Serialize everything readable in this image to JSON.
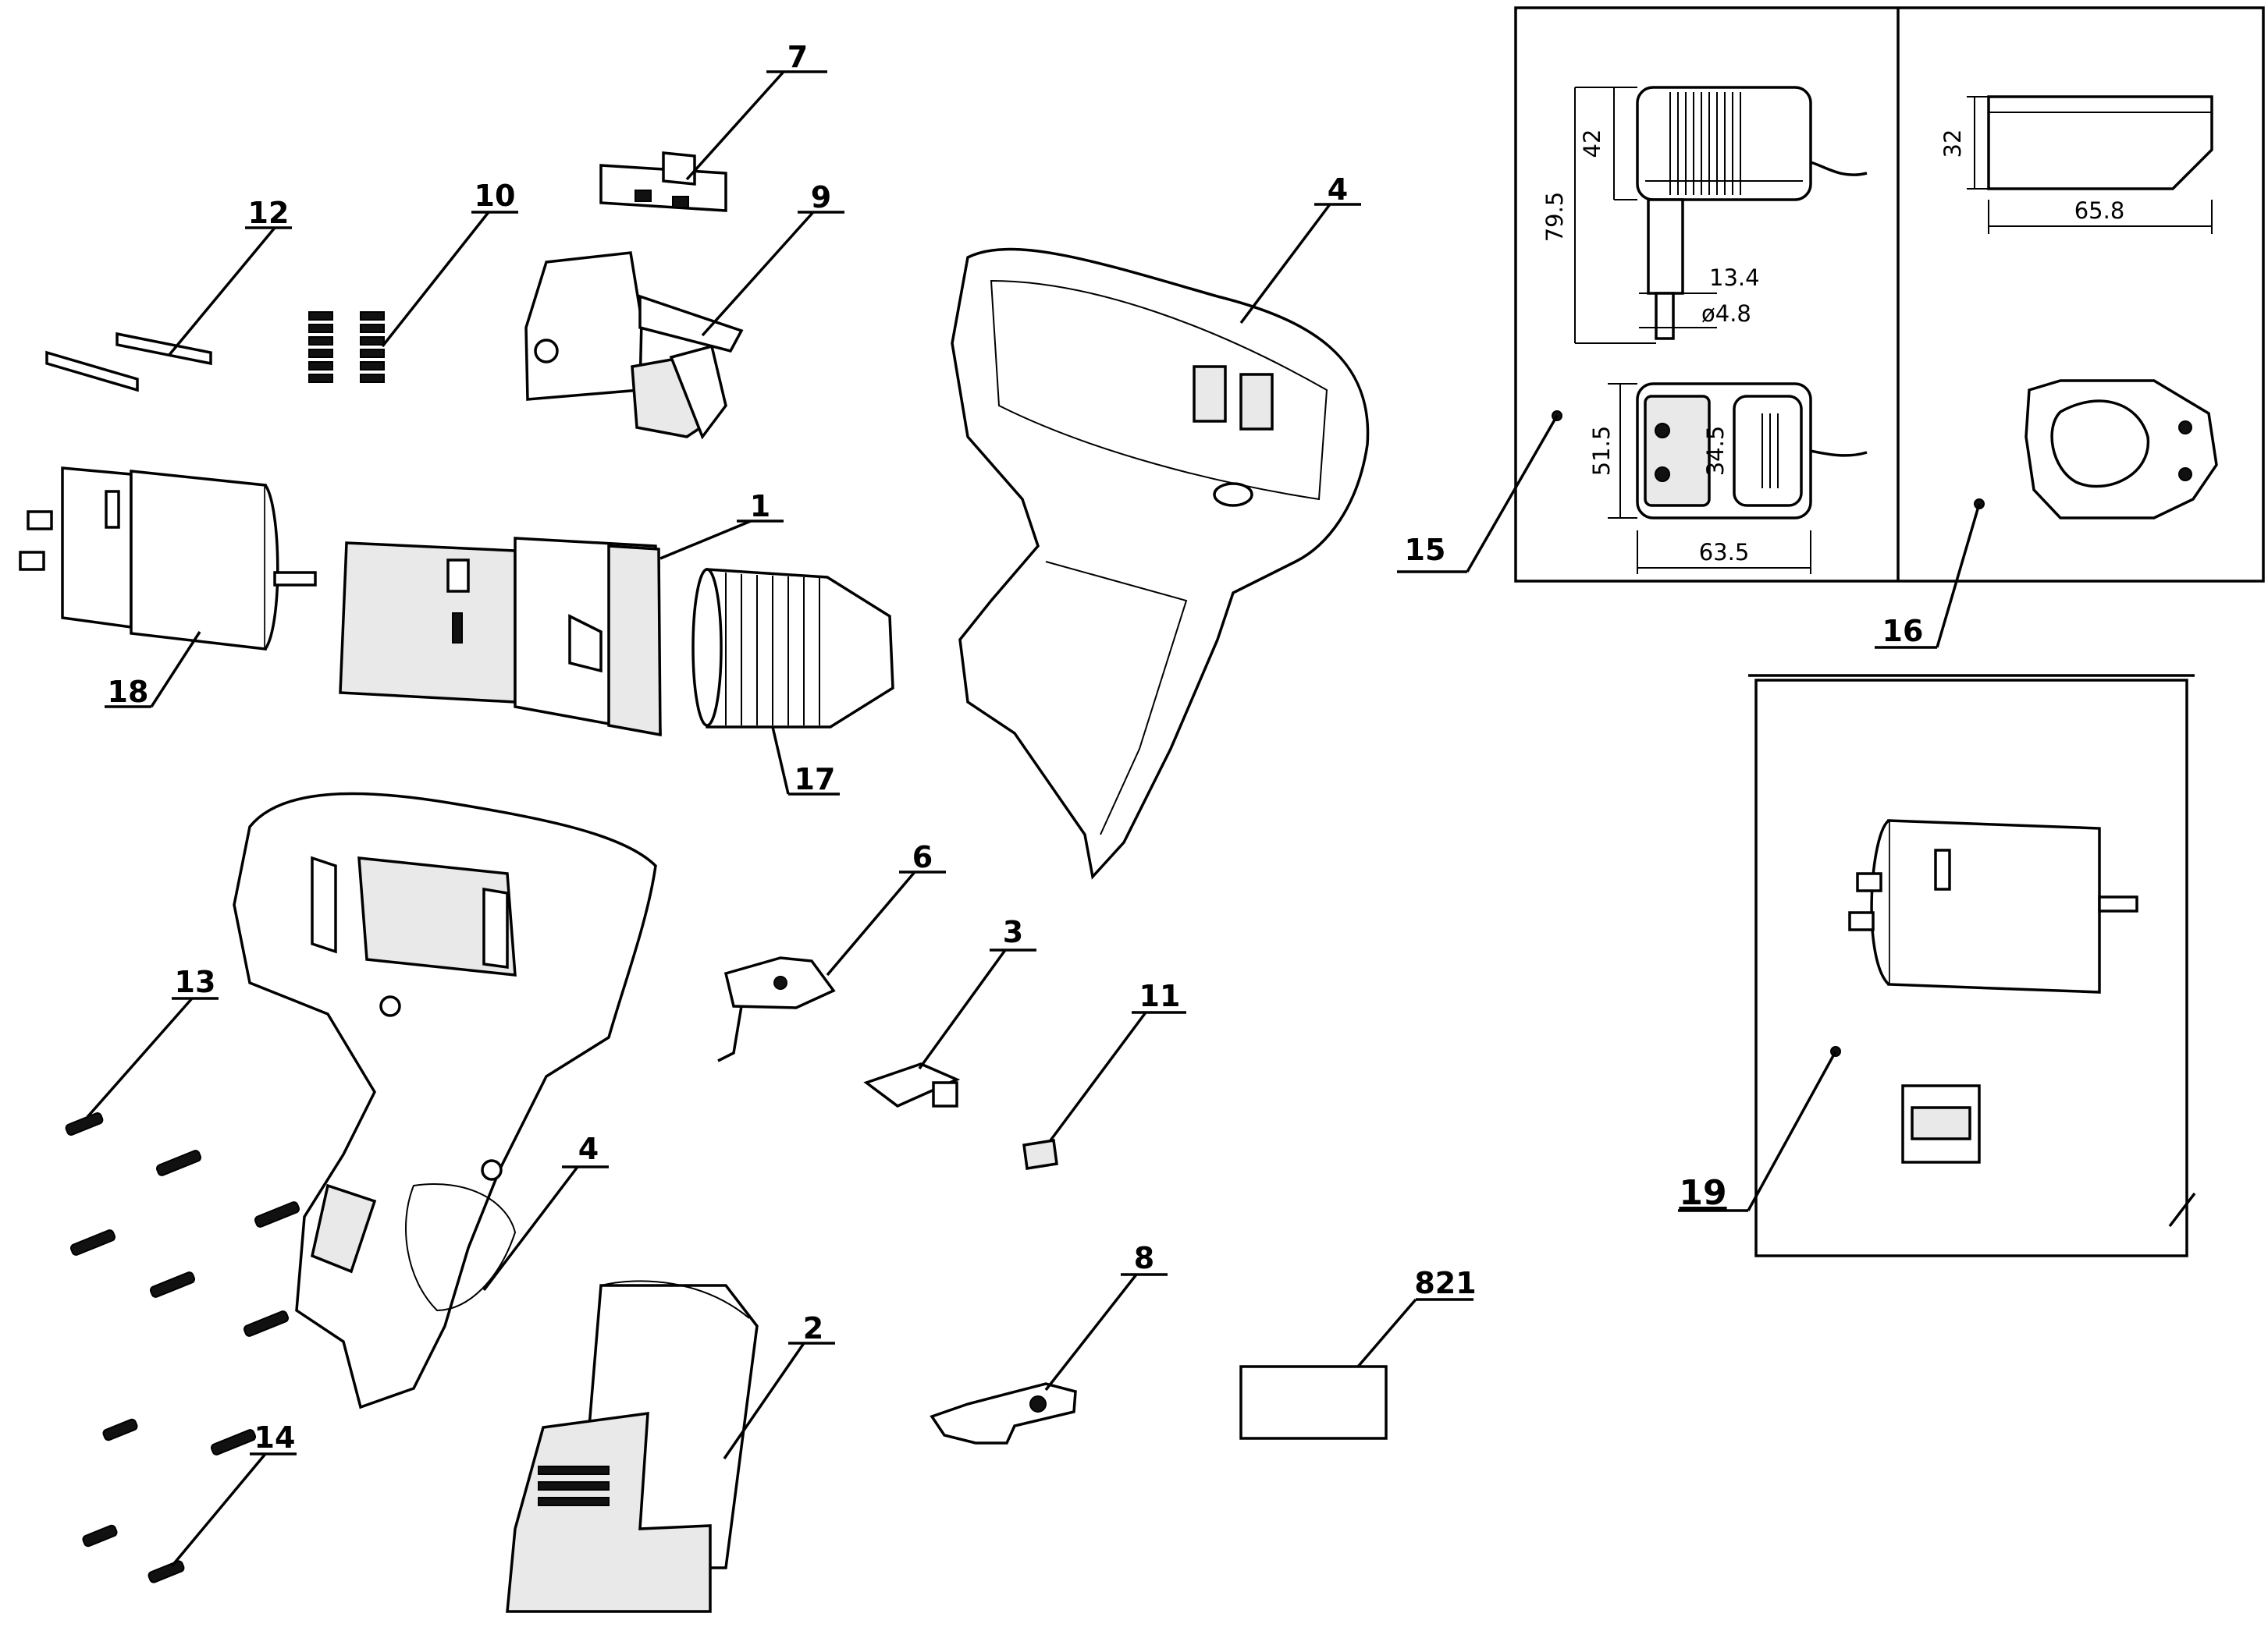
{
  "callouts": {
    "c1": "1",
    "c2": "2",
    "c3": "3",
    "c4a": "4",
    "c4b": "4",
    "c6": "6",
    "c7": "7",
    "c8": "8",
    "c9": "9",
    "c10": "10",
    "c11": "11",
    "c12": "12",
    "c13": "13",
    "c14": "14",
    "c15": "15",
    "c16": "16",
    "c17": "17",
    "c18": "18",
    "c19": "19",
    "c821": "821"
  },
  "charger_dims": {
    "height_body": "42",
    "height_total": "79.5",
    "pin_span": "13.4",
    "pin_dia": "ø4.8",
    "depth": "51.5",
    "socket_span": "34.5",
    "width": "63.5"
  },
  "cradle_dims": {
    "height": "32",
    "length": "65.8"
  },
  "colors": {
    "line": "#000000",
    "fill": "#ffffff",
    "shade": "#e9e9e9"
  }
}
